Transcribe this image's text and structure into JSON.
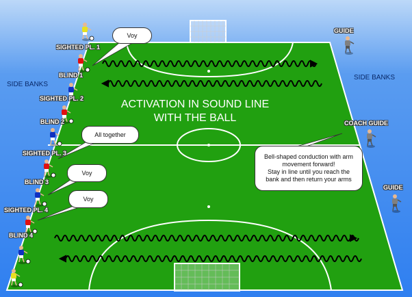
{
  "title": {
    "line1": "ACTIVATION IN SOUND LINE",
    "line2": "WITH THE BALL"
  },
  "side_banks": {
    "left": "SIDE BANKS",
    "right": "SIDE BANKS"
  },
  "players": [
    "SIGHTED PL. 1",
    "BLIND 1",
    "SIGHTED PL. 2",
    "BLIND 2",
    "SIGHTED PL. 3",
    "BLIND 3",
    "SIGHTED PL. 4",
    "BLIND 4"
  ],
  "guides": {
    "top": "GUIDE",
    "coach": "COACH GUIDE",
    "bottom": "GUIDE"
  },
  "bubbles": {
    "voy1": "Voy",
    "all_together": "All together",
    "voy2": "Voy",
    "voy3": "Voy",
    "instruction": {
      "line1": "Bell-shaped conduction with arm",
      "line2": "movement forward!",
      "line3": "Stay in line until you reach the",
      "line4": "bank and then return your arms"
    }
  },
  "colors": {
    "pitch": "#21a010",
    "blind": "#e01010",
    "sighted": "#1030c0",
    "guide": "#808080",
    "coach": "#e8e020"
  }
}
